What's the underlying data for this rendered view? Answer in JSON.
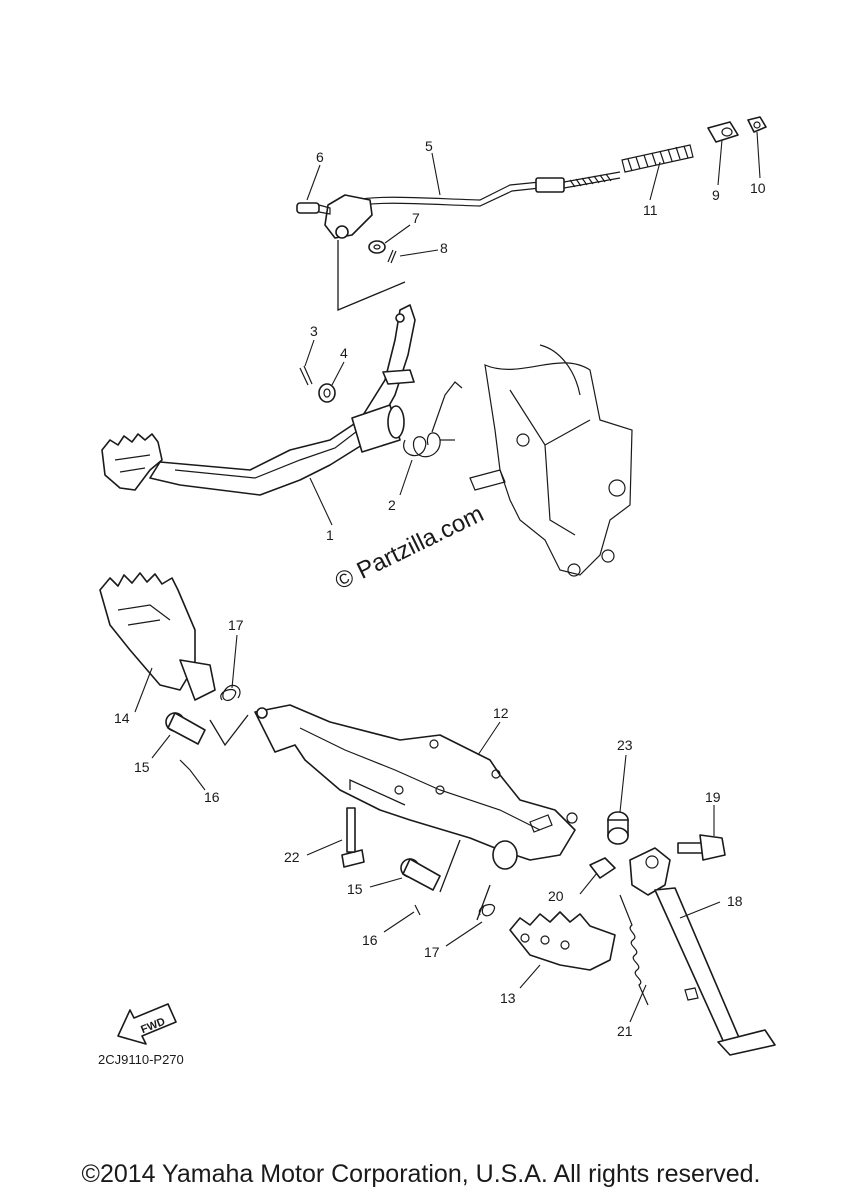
{
  "callouts": [
    "1",
    "2",
    "3",
    "4",
    "5",
    "6",
    "7",
    "8",
    "9",
    "10",
    "11",
    "12",
    "13",
    "14",
    "15",
    "15",
    "16",
    "16",
    "17",
    "17",
    "18",
    "19",
    "20",
    "21",
    "22",
    "23"
  ],
  "watermark": "© Partzilla.com",
  "drawing_code": "2CJ9110-P270",
  "fwd_label": "FWD",
  "copyright": "©2014 Yamaha Motor Corporation, U.S.A. All rights reserved."
}
